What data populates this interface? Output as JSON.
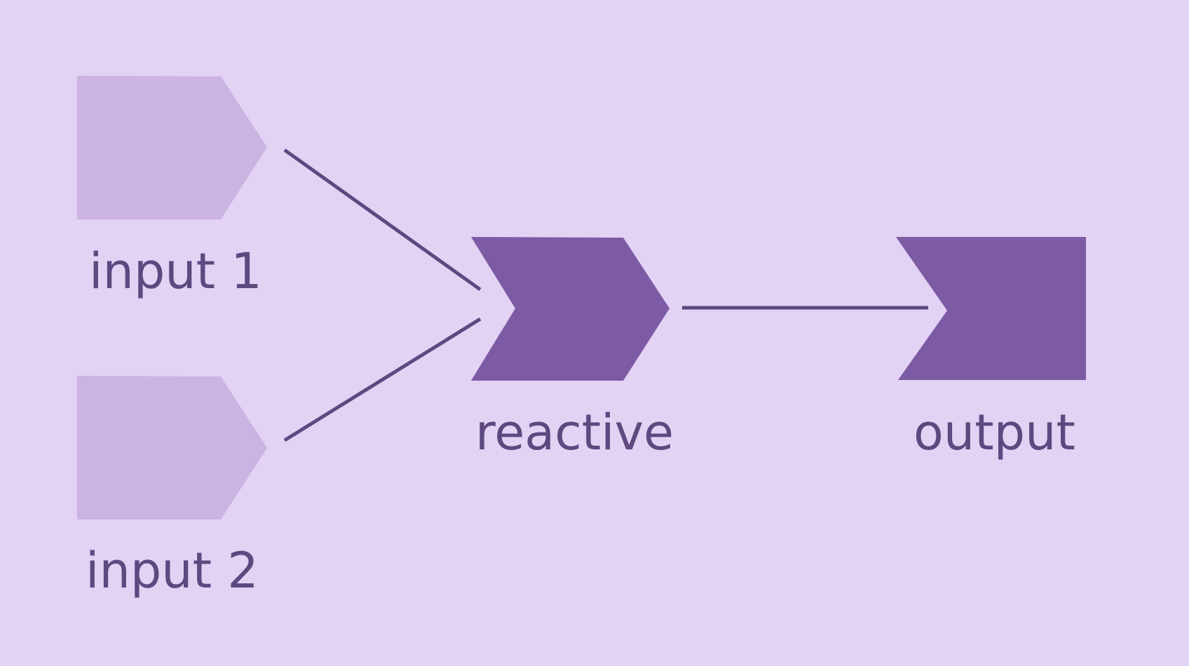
{
  "colors": {
    "background": "#E2D2F4",
    "input_node": "#CBB4E1",
    "active_node": "#7D5AA4",
    "edge": "#5E4880",
    "label": "#5E4880"
  },
  "nodes": [
    {
      "id": "input-1",
      "label": "input 1",
      "shape": "pentagon-arrow",
      "style": "light"
    },
    {
      "id": "input-2",
      "label": "input 2",
      "shape": "pentagon-arrow",
      "style": "light"
    },
    {
      "id": "reactive",
      "label": "reactive",
      "shape": "chevron",
      "style": "dark"
    },
    {
      "id": "output",
      "label": "output",
      "shape": "notched-tail",
      "style": "dark"
    }
  ],
  "edges": [
    {
      "from": "input 1",
      "to": "reactive"
    },
    {
      "from": "input 2",
      "to": "reactive"
    },
    {
      "from": "reactive",
      "to": "output"
    }
  ]
}
